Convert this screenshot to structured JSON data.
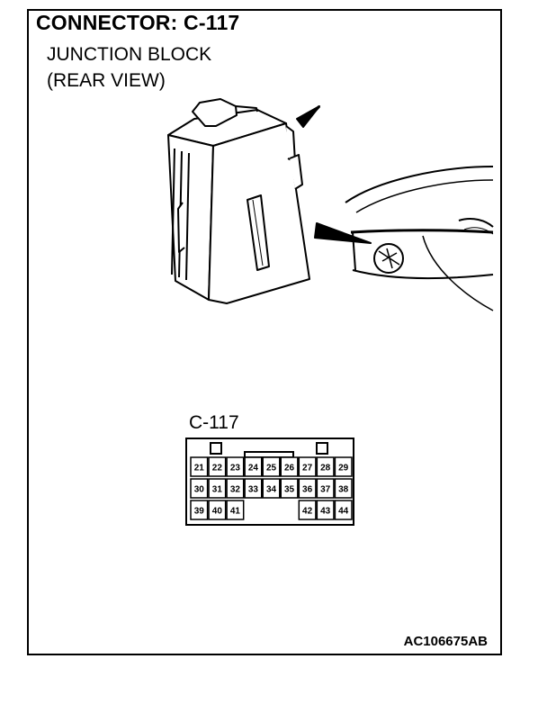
{
  "header": {
    "title": "CONNECTOR: C-117",
    "subtitle_line1": "JUNCTION BLOCK",
    "subtitle_line2": "(REAR VIEW)"
  },
  "connector": {
    "label": "C-117",
    "rows": [
      [
        "21",
        "22",
        "23",
        "24",
        "25",
        "26",
        "27",
        "28",
        "29"
      ],
      [
        "30",
        "31",
        "32",
        "33",
        "34",
        "35",
        "36",
        "37",
        "38"
      ],
      [
        "39",
        "40",
        "41",
        "",
        "",
        "",
        "42",
        "43",
        "44"
      ]
    ]
  },
  "footer": {
    "code": "AC106675AB"
  }
}
